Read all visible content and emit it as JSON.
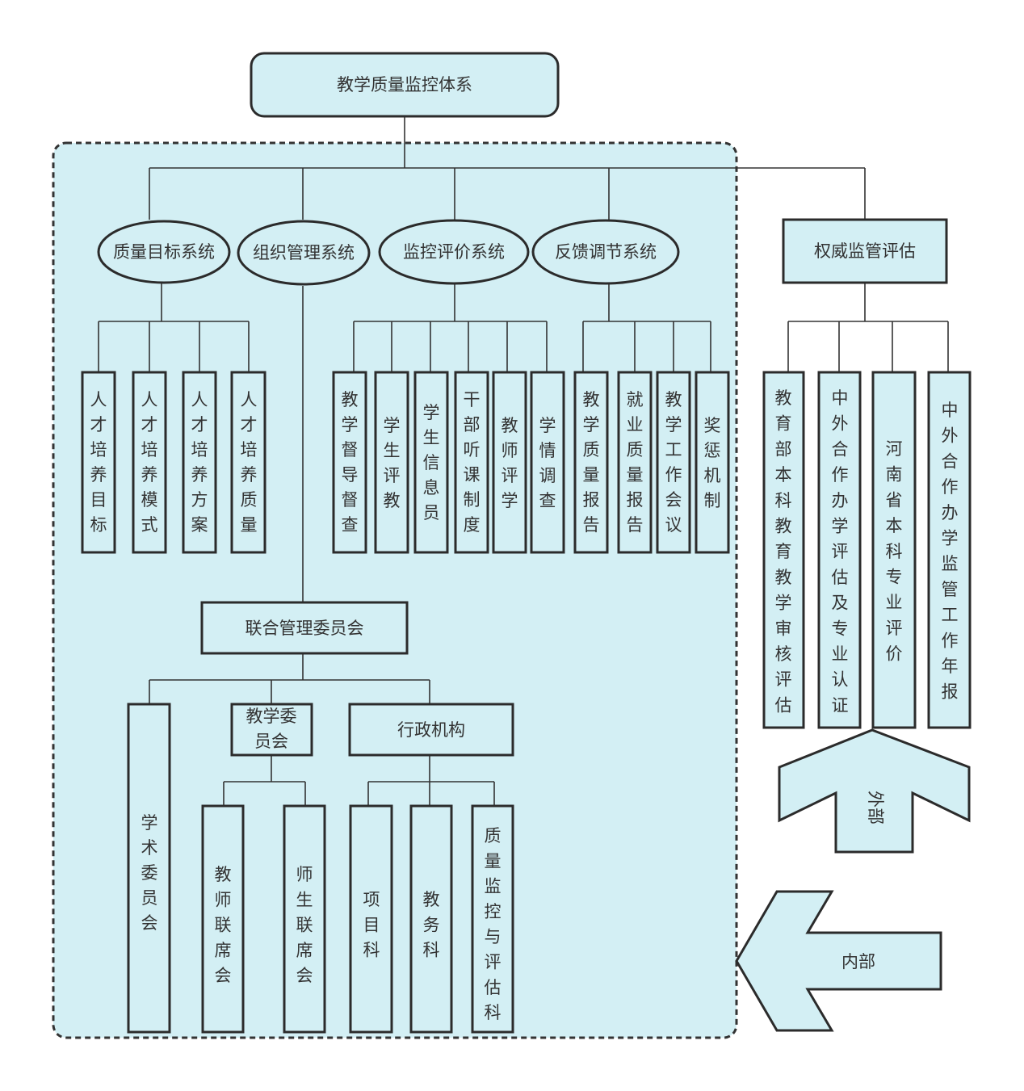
{
  "root": "教学质量监控体系",
  "systems": [
    {
      "label": "质量目标系统",
      "children": [
        "人才培养目标",
        "人才培养模式",
        "人才培养方案",
        "人才培养质量"
      ]
    },
    {
      "label": "组织管理系统"
    },
    {
      "label": "监控评价系统",
      "children": [
        "教学督导督查",
        "学生评教",
        "学生信息员",
        "干部听课制度",
        "教师评学",
        "学情调查"
      ]
    },
    {
      "label": "反馈调节系统",
      "children": [
        "教学质量报告",
        "就业质量报告",
        "教学工作会议",
        "奖惩机制"
      ]
    }
  ],
  "authority": {
    "label": "权威监管评估",
    "children": [
      "教育部本科教育教学审核评估",
      "中外合作办学评估及专业认证",
      "河南省本科专业评价",
      "中外合作办学监管工作年报"
    ]
  },
  "committee": {
    "label": "联合管理委员会",
    "academic": "学术委员会",
    "teaching": {
      "label": "教学委员会",
      "children": [
        "教师联席会",
        "师生联席会"
      ]
    },
    "admin": {
      "label": "行政机构",
      "children": [
        "项目科",
        "教务科",
        "质量监控与评估科"
      ]
    }
  },
  "arrows": {
    "external": "外部",
    "internal": "内部"
  }
}
